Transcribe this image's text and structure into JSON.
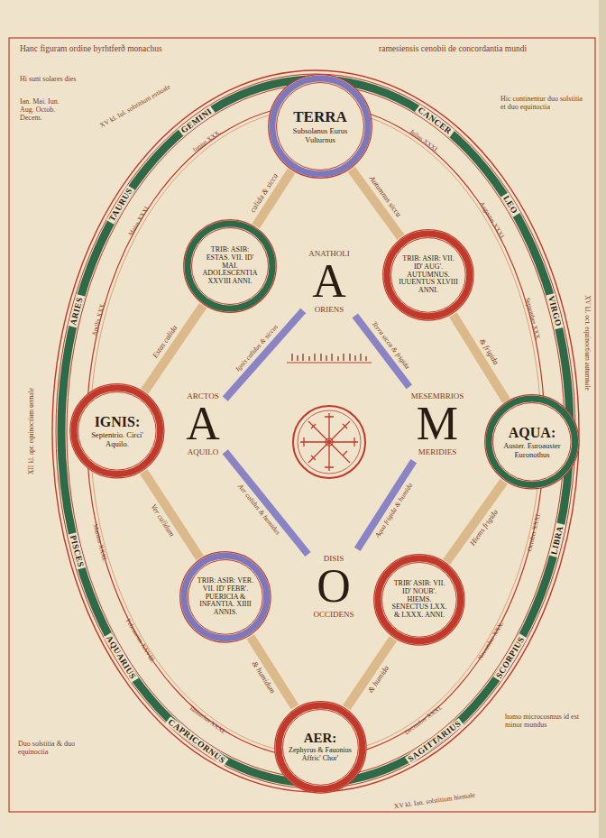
{
  "diagram": {
    "nodes": [
      {
        "text": [
          "TERRA",
          "Subsolanus Eurus Vulturnus"
        ]
      },
      {
        "text": [
          "TRIB: ASIB: ESTAS. VII. ID' MAI. ADOLESCENTIA XXVIII ANNI."
        ]
      },
      {
        "text": [
          "TRIB: ASIB: VII. ID' AUG'. AUTUMNUS. IUUENTUS XLVIII ANNI."
        ]
      },
      {
        "text": [
          "ANATHOLI",
          "A",
          "ORIENS"
        ]
      },
      {
        "text": [
          "IGNIS:",
          "Septentrio. Circi' Aquilo."
        ]
      },
      {
        "text": [
          "ARCTOS",
          "A",
          "AQUILO"
        ]
      },
      {
        "text": [
          "MESEMBRIOS",
          "M",
          "MERIDIES"
        ]
      },
      {
        "text": [
          "AQUA:",
          "Auster. Euroauster Euronothus"
        ]
      },
      {
        "text": [
          "TRIB: ASIB: VER. VII. ID' FEBR'. PUERICIA & INFANTIA. XIIII ANNIS."
        ]
      },
      {
        "text": [
          "DISIS",
          "O",
          "OCCIDENS"
        ]
      },
      {
        "text": [
          "TRIB' ASIB: VII. ID' NOUB'. HIEMS. SENECTUS LXX. & LXXX. ANNI."
        ]
      },
      {
        "text": [
          "AER:",
          "Zephyrus & Fauonius Affric' Chor'"
        ]
      }
    ],
    "edges": [
      {
        "from": 0,
        "to": 1,
        "arrow": "none",
        "label": "calida & sicca"
      },
      {
        "from": 1,
        "to": 4,
        "arrow": "none",
        "label": "Estas calida"
      },
      {
        "from": 0,
        "to": 2,
        "arrow": "none",
        "label": "Autumnus sicca"
      },
      {
        "from": 2,
        "to": 7,
        "arrow": "none",
        "label": "& frigida"
      },
      {
        "from": 4,
        "to": 8,
        "arrow": "none",
        "label": "Ver calidum"
      },
      {
        "from": 8,
        "to": 11,
        "arrow": "none",
        "label": "& humidum"
      },
      {
        "from": 7,
        "to": 10,
        "arrow": "none",
        "label": "Hiems frigida"
      },
      {
        "from": 10,
        "to": 11,
        "arrow": "none",
        "label": "& humida"
      },
      {
        "from": 3,
        "to": 5,
        "arrow": "none",
        "label": "Ignis calidus & siccus"
      },
      {
        "from": 3,
        "to": 6,
        "arrow": "none",
        "label": "Terra sicca & frigida"
      },
      {
        "from": 5,
        "to": 9,
        "arrow": "none",
        "label": "Aer calidus & humidus"
      },
      {
        "from": 6,
        "to": 9,
        "arrow": "none",
        "label": "Aqua frigida & humida"
      }
    ],
    "labels": [
      "Hanc figuram ordine byrhtferð monachus",
      "ramesiensis cenobii de concordantia mundi",
      "Hi sunt solares dies",
      "Ian. Mai. Iun. Aug. Octob. Decem.",
      "Hic continentur duo solstitia et duo equinoctia",
      "XV kl. Iul. solstitium estiuale",
      "GEMINI",
      "CANCER",
      "LEO",
      "VIRGO",
      "LIBRA",
      "SCORPIUS",
      "SAGITTARIUS",
      "CAPRICORNUS",
      "AQUARIUS",
      "PISCES",
      "ARIES",
      "TAURUS",
      "Iunius XXX.",
      "Iulius XXXI.",
      "Augustus XXXI.",
      "September XXX.",
      "October XXXI.",
      "November XXX.",
      "December XXXI.",
      "Ianuarius XXXI.",
      "Februarius XXVIII.",
      "Martius XXXI.",
      "Aprilis XXX.",
      "Maius XXXI.",
      "XII kl. apr. equinoctium uernale",
      "XV kl. oct. equinoctium autumnale",
      "XV kl. Ian. solstitium hiemale",
      "Duo solstitia & duo equinoctia",
      "homo microcosmus id est minor mundus"
    ]
  }
}
